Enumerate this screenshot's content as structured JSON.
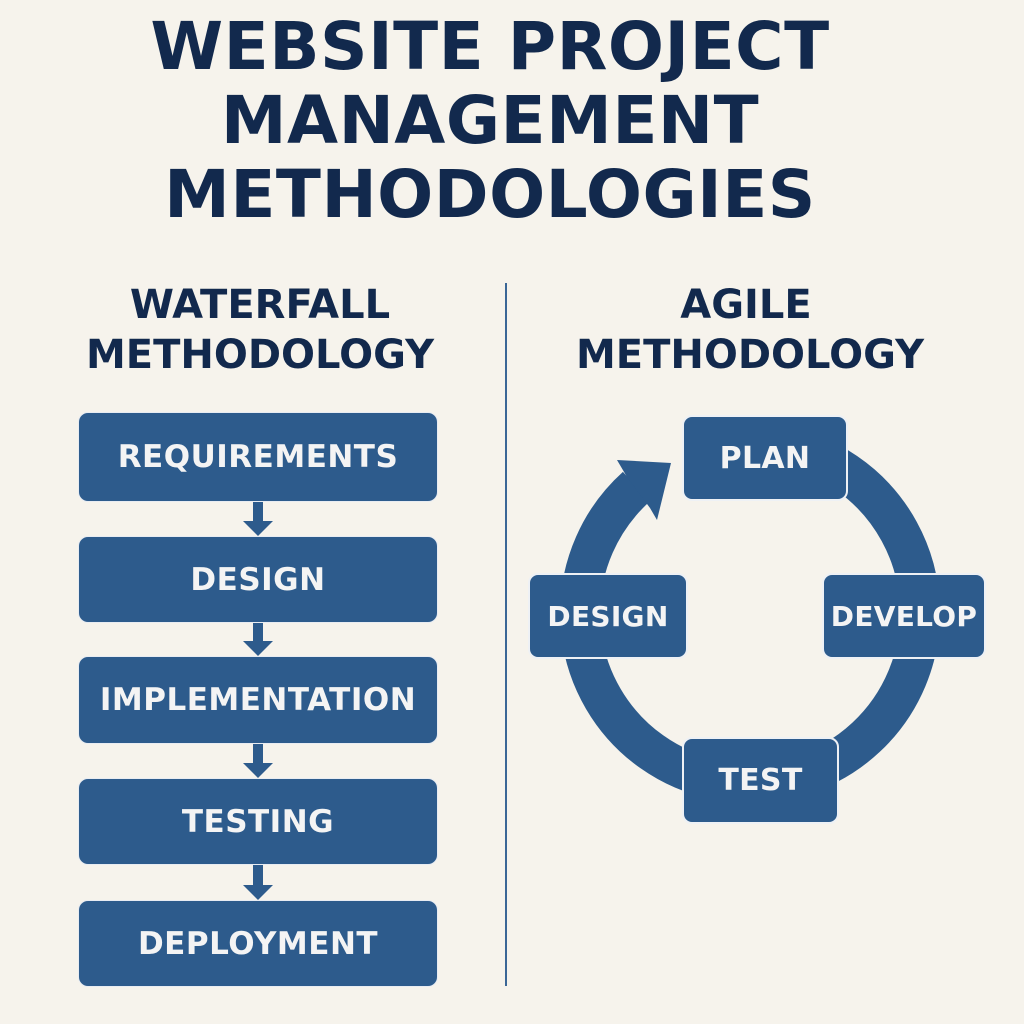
{
  "title": {
    "lines": [
      "WEBSITE PROJECT",
      "MANAGEMENT",
      "METHODOLOGIES"
    ]
  },
  "waterfall": {
    "heading": [
      "WATERFALL",
      "METHODOLOGY"
    ],
    "steps": [
      "REQUIREMENTS",
      "DESIGN",
      "IMPLEMENTATION",
      "TESTING",
      "DEPLOYMENT"
    ]
  },
  "agile": {
    "heading": [
      "AGILE",
      "METHODOLOGY"
    ],
    "cycle": [
      "PLAN",
      "DEVELOP",
      "TEST",
      "DESIGN"
    ]
  },
  "colors": {
    "background": "#f6f3ec",
    "title": "#12294d",
    "box": "#2d5b8c",
    "box_text": "#f4f4f4",
    "divider": "#3a6696"
  }
}
